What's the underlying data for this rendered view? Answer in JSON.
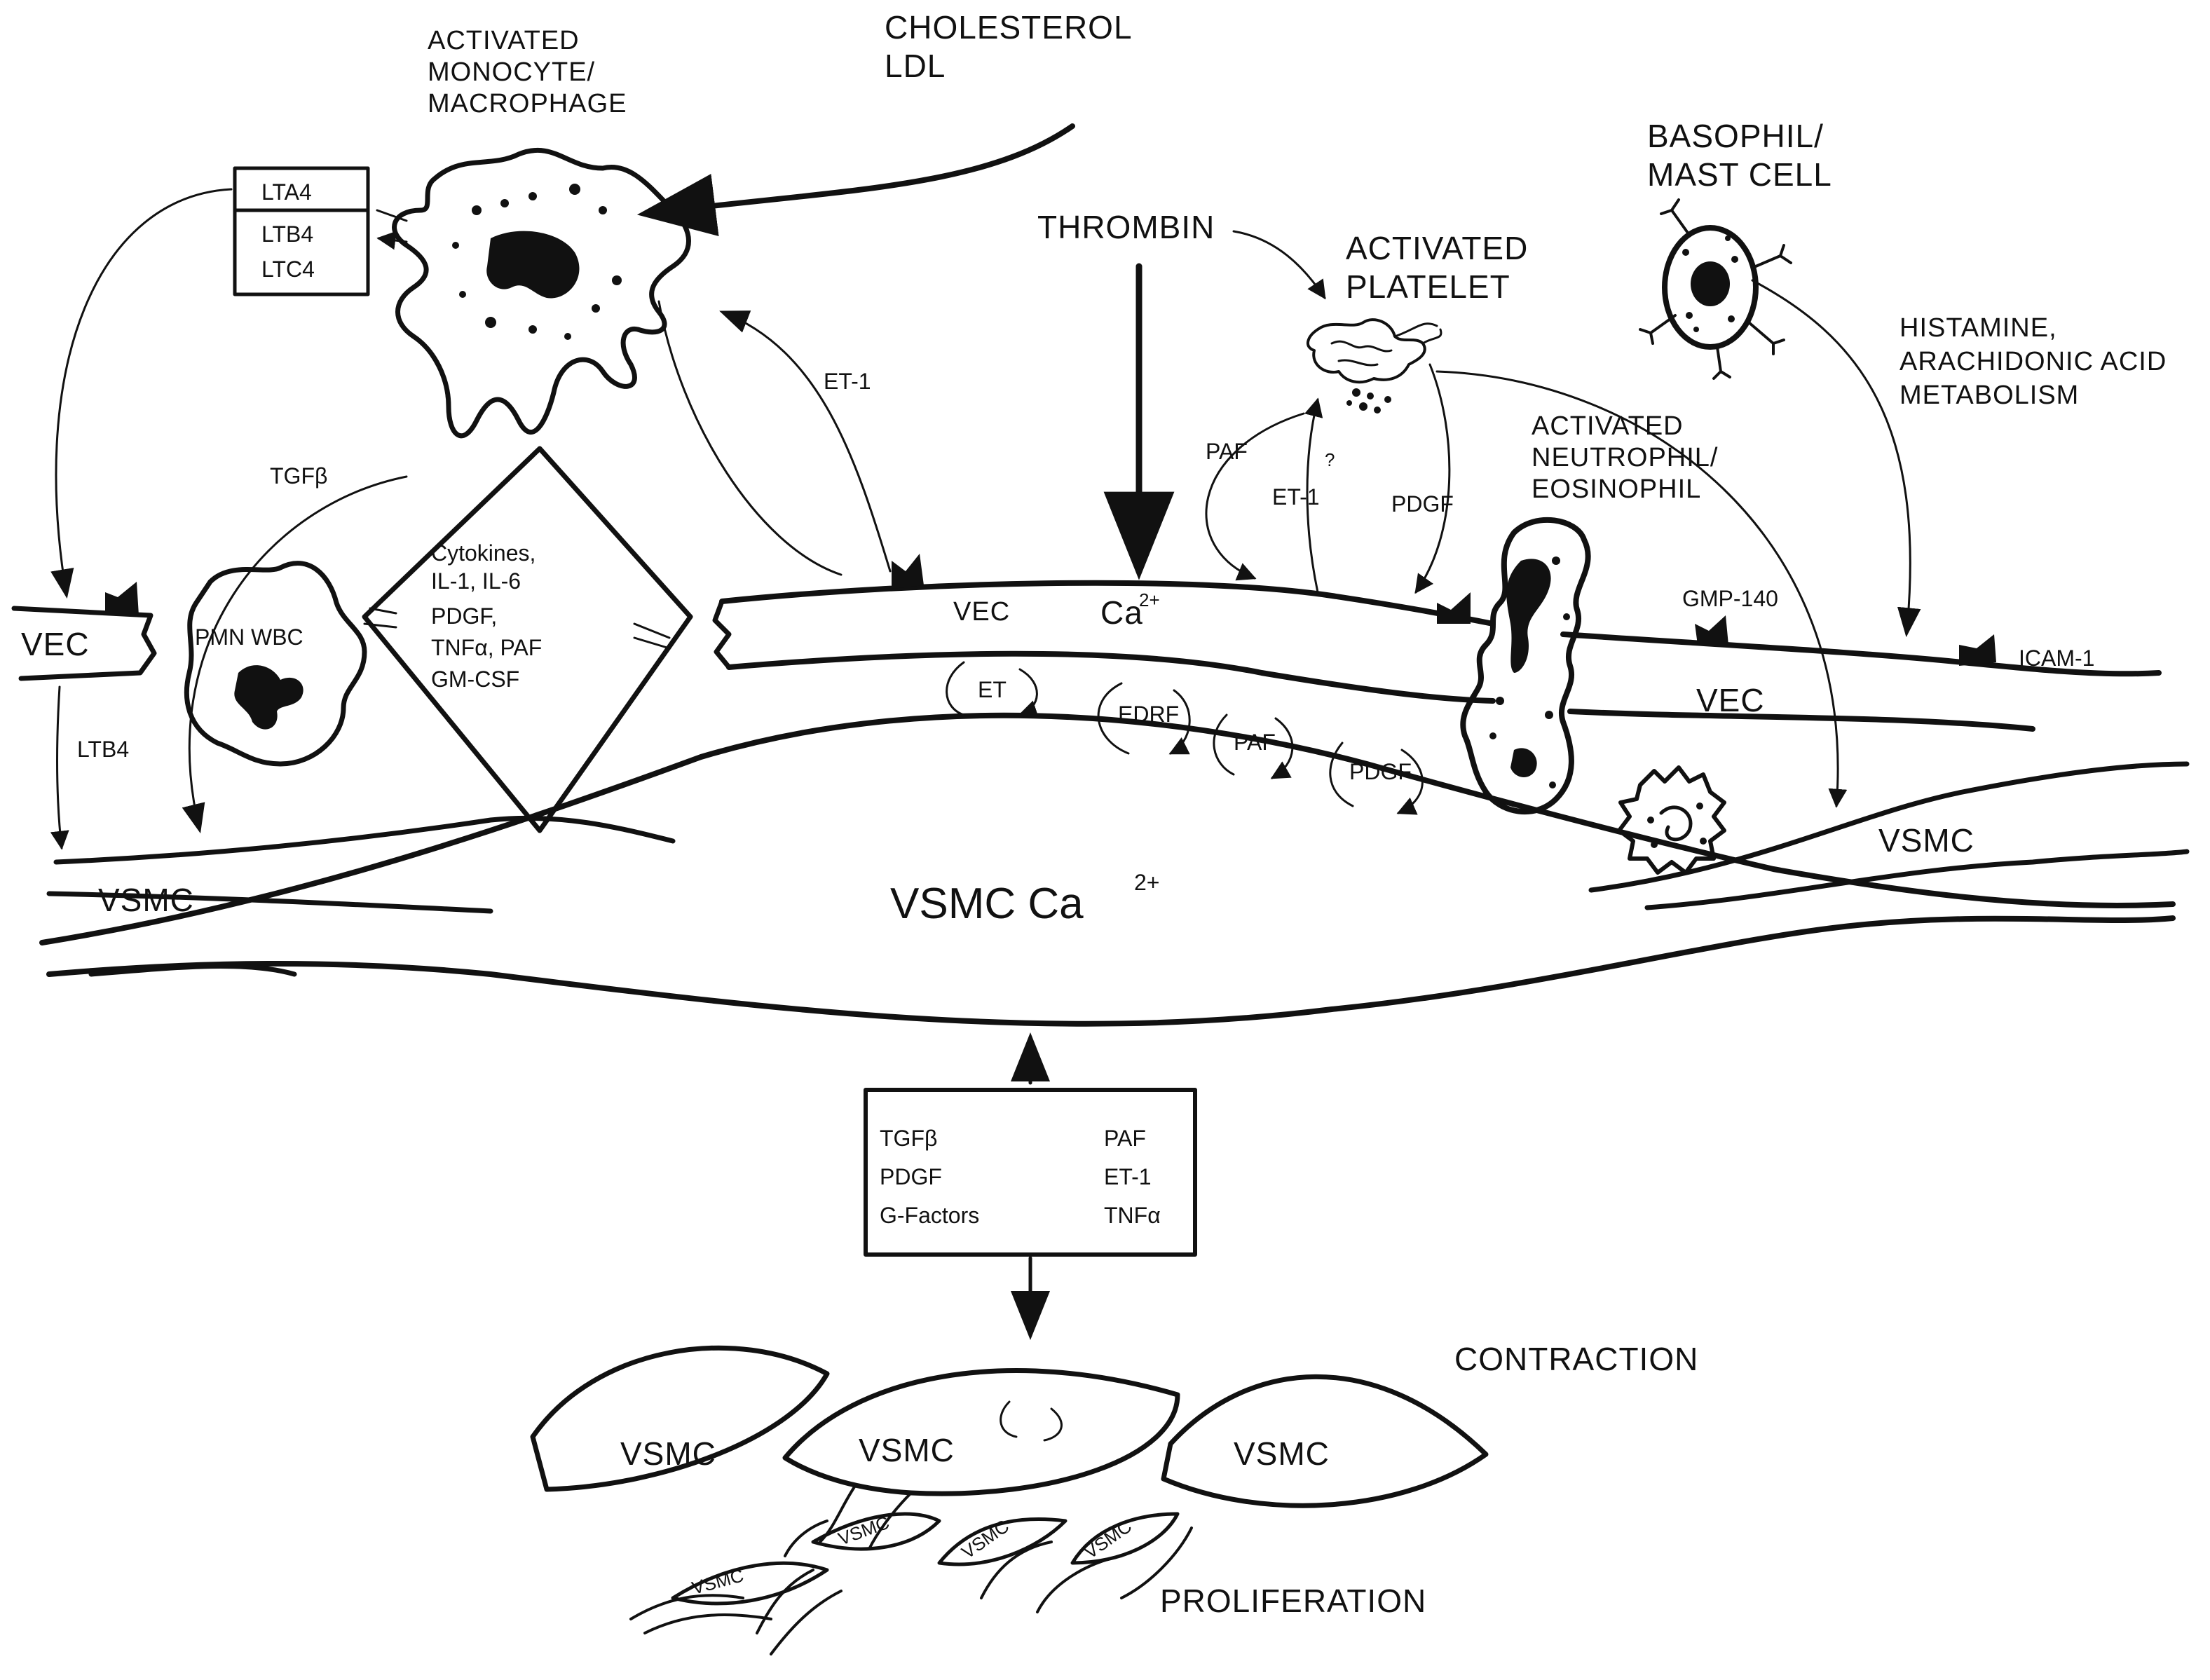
{
  "labels": {
    "monocyte": [
      "ACTIVATED",
      "MONOCYTE/",
      "MACROPHAGE"
    ],
    "cholesterol": [
      "CHOLESTEROL",
      "LDL"
    ],
    "basophil": [
      "BASOPHIL/",
      "MAST CELL"
    ],
    "thrombin": "THROMBIN",
    "platelet": [
      "ACTIVATED",
      "PLATELET"
    ],
    "histamine": [
      "HISTAMINE,",
      "ARACHIDONIC ACID",
      "METABOLISM"
    ],
    "neutrophil": [
      "ACTIVATED",
      "NEUTROPHIL/",
      "EOSINOPHIL"
    ],
    "leukotrienes": [
      "LTA4",
      "LTB4",
      "LTC4"
    ],
    "tgfb": "TGFβ",
    "et1_top": "ET-1",
    "paf_platelet": "PAF",
    "et1_platelet": "ET-1",
    "question": "?",
    "pdgf_platelet": "PDGF",
    "cytokines": [
      "Cytokines,",
      "IL-1, IL-6",
      "PDGF,",
      "TNFα, PAF",
      "GM-CSF"
    ],
    "pmn": "PMN WBC",
    "vec_left": "VEC",
    "vec_mid": "VEC",
    "ca_mid": "Ca",
    "ca_mid_sup": "2+",
    "vec_right": "VEC",
    "gmp140": "GMP-140",
    "icam1": "ICAM-1",
    "ltb4": "LTB4",
    "loops": [
      "ET",
      "EDRF",
      "PAF",
      "PDGF"
    ],
    "vsmc_left": "VSMC",
    "vsmc_center": "VSMC  Ca",
    "vsmc_center_sup": "2+",
    "vsmc_right": "VSMC",
    "factors_left": [
      "TGFβ",
      "PDGF",
      "G-Factors"
    ],
    "factors_right": [
      "PAF",
      "ET-1",
      "TNFα"
    ],
    "contraction": "CONTRACTION",
    "proliferation": "PROLIFERATION",
    "vsmc_bottom": [
      "VSMC",
      "VSMC",
      "VSMC"
    ],
    "vsmc_small": [
      "VSMC",
      "VSMC",
      "VSMC",
      "VSMC"
    ]
  }
}
